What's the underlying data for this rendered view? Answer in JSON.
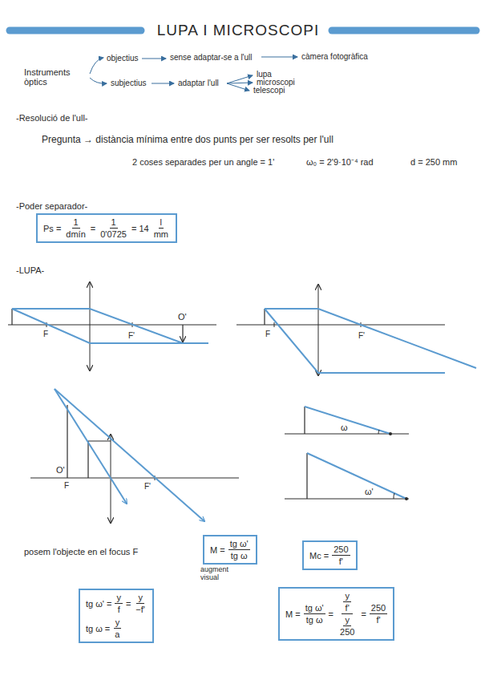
{
  "diagram": {
    "title": "LUPA I MICROSCOPI",
    "nodes": [
      {
        "text": [
          "Ps =",
          "1",
          "dmín",
          "=",
          "1",
          "0'0725",
          "= 14",
          "l",
          "mm"
        ]
      },
      {
        "text": [
          "M =",
          "tg ω'",
          "tg ω"
        ]
      },
      {
        "text": [
          "Mc =",
          "250",
          "f'"
        ]
      },
      {
        "text": [
          "tg ω' =",
          "y",
          "f",
          "=",
          "y",
          "−f'",
          "tg ω =",
          "y",
          "a"
        ]
      },
      {
        "text": [
          "M =",
          "tg ω'",
          "tg ω",
          "=",
          "y",
          "f'",
          "y",
          "250",
          "=",
          "250",
          "f'"
        ]
      }
    ],
    "labels": [
      "Instruments òptics",
      "objectius",
      "sense adaptar-se a l'ull",
      "càmera fotogràfica",
      "subjectius",
      "adaptar l'ull",
      "lupa",
      "microscopi",
      "telescopi",
      "-Resolució de l'ull-",
      "Pregunta → distància mínima entre dos punts per ser resolts per l'ull",
      "2 coses separades per un angle = 1'",
      "ω₀ = 2'9·10⁻⁴ rad",
      "d = 250 mm",
      "-Poder separador-",
      "-LUPA-",
      "F",
      "F'",
      "O'",
      "F",
      "F'",
      "O'",
      "F",
      "F'",
      "ω",
      "ω'",
      "posem l'objecte en el focus F",
      "augment visual"
    ]
  }
}
